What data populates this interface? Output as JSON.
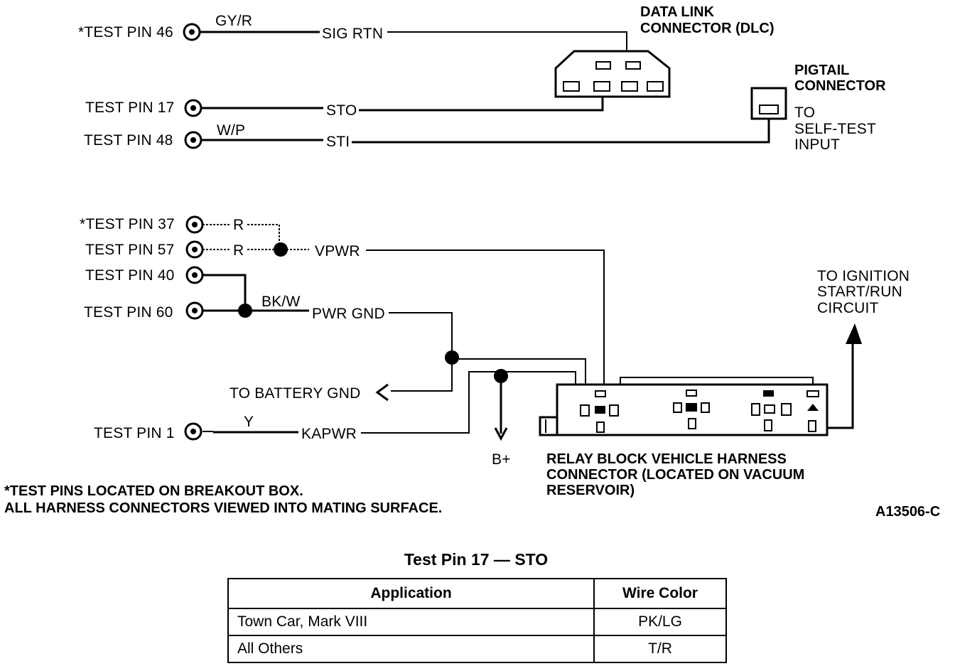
{
  "pins": {
    "p46": "*TEST PIN 46",
    "p17": "TEST PIN 17",
    "p48": "TEST PIN 48",
    "p37": "*TEST PIN 37",
    "p57": "TEST PIN 57",
    "p40": "TEST PIN 40",
    "p60": "TEST PIN 60",
    "p1": "TEST PIN 1"
  },
  "wire_colors": {
    "gyr": "GY/R",
    "wp": "W/P",
    "r1": "R",
    "r2": "R",
    "bkw": "BK/W",
    "y": "Y"
  },
  "circuits": {
    "sig_rtn": "SIG RTN",
    "sto": "STO",
    "sti": "STI",
    "vpwr": "VPWR",
    "pwr_gnd": "PWR GND",
    "kapwr": "KAPWR",
    "battery_gnd": "TO BATTERY GND",
    "bplus": "B+"
  },
  "components": {
    "dlc_line1": "DATA LINK",
    "dlc_line2": "CONNECTOR (DLC)",
    "pigtail_line1": "PIGTAIL",
    "pigtail_line2": "CONNECTOR",
    "selftest_line1": "TO",
    "selftest_line2": "SELF-TEST",
    "selftest_line3": "INPUT",
    "ignition_line1": "TO IGNITION",
    "ignition_line2": "START/RUN",
    "ignition_line3": "CIRCUIT",
    "relay_line1": "RELAY BLOCK VEHICLE HARNESS",
    "relay_line2": "CONNECTOR (LOCATED ON VACUUM",
    "relay_line3": "RESERVOIR)"
  },
  "notes": {
    "note1": "*TEST PINS LOCATED ON BREAKOUT BOX.",
    "note2": "ALL HARNESS CONNECTORS VIEWED INTO MATING SURFACE.",
    "figure_id": "A13506-C"
  },
  "table": {
    "title": "Test Pin 17 — STO",
    "headers": [
      "Application",
      "Wire Color"
    ],
    "rows": [
      [
        "Town Car, Mark VIII",
        "PK/LG"
      ],
      [
        "All Others",
        "T/R"
      ]
    ]
  }
}
